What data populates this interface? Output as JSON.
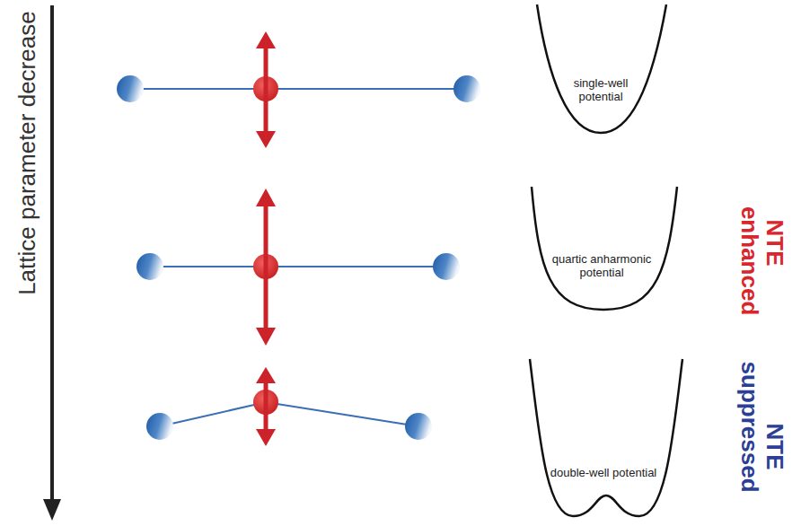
{
  "diagram": {
    "labels": [
      "Lattice parameter decrease",
      "single-well potential",
      "quartic anharmonic potential",
      "double-well potential",
      "NTE",
      "enhanced",
      "NTE",
      "suppressed"
    ]
  }
}
